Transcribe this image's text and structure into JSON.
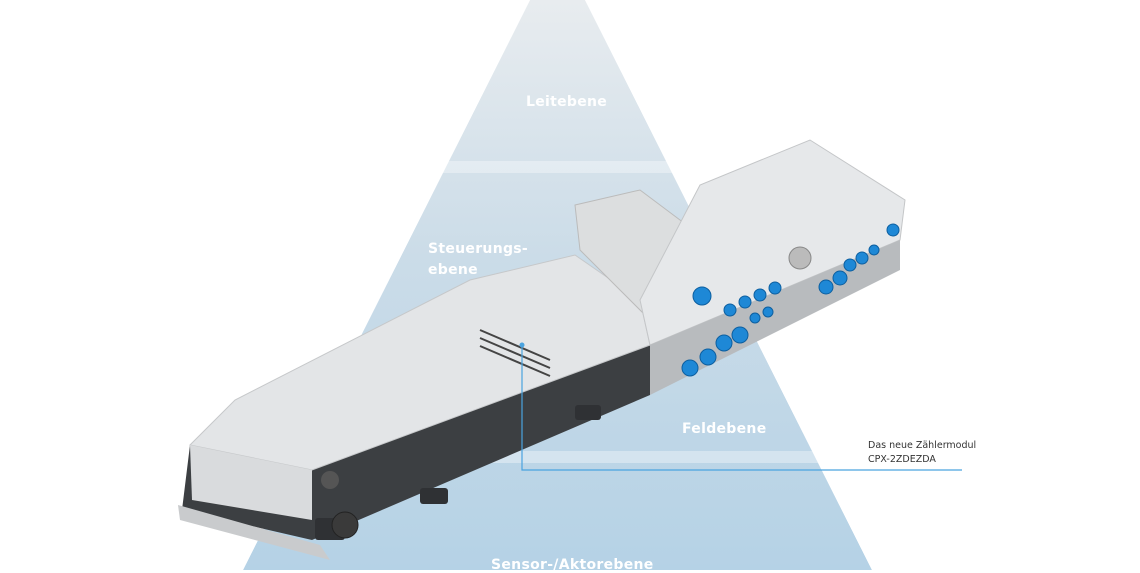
{
  "pyramid_levels": {
    "level1": "Leitebene",
    "level2_line1": "Steuerungs-",
    "level2_line2": "ebene",
    "level3": "Feldebene",
    "level4": "Sensor-/Aktorebene"
  },
  "callout": {
    "line1": "Das neue Zählermodul",
    "line2": "CPX-2ZDEZDA"
  },
  "colors": {
    "pyramid_top": "#e6ebef",
    "pyramid_bottom": "#b7d3e6",
    "accent_blue": "#1e88d6",
    "callout_line": "#4aa3df"
  }
}
